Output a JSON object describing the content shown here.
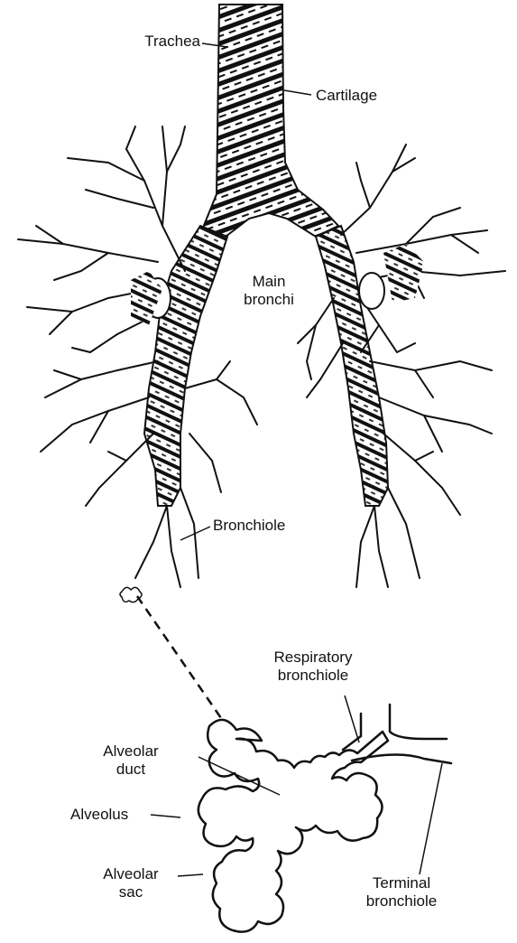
{
  "labels": {
    "trachea": "Trachea",
    "cartilage": "Cartilage",
    "main_bronchi": [
      "Main",
      "bronchi"
    ],
    "bronchiole": "Bronchiole",
    "respiratory_bronchiole": [
      "Respiratory",
      "bronchiole"
    ],
    "alveolar_duct": [
      "Alveolar",
      "duct"
    ],
    "alveolus": "Alveolus",
    "alveolar_sac": [
      "Alveolar",
      "sac"
    ],
    "terminal_bronchiole": [
      "Terminal",
      "bronchiole"
    ]
  },
  "colors": {
    "ink": "#111111",
    "background": "#ffffff"
  }
}
